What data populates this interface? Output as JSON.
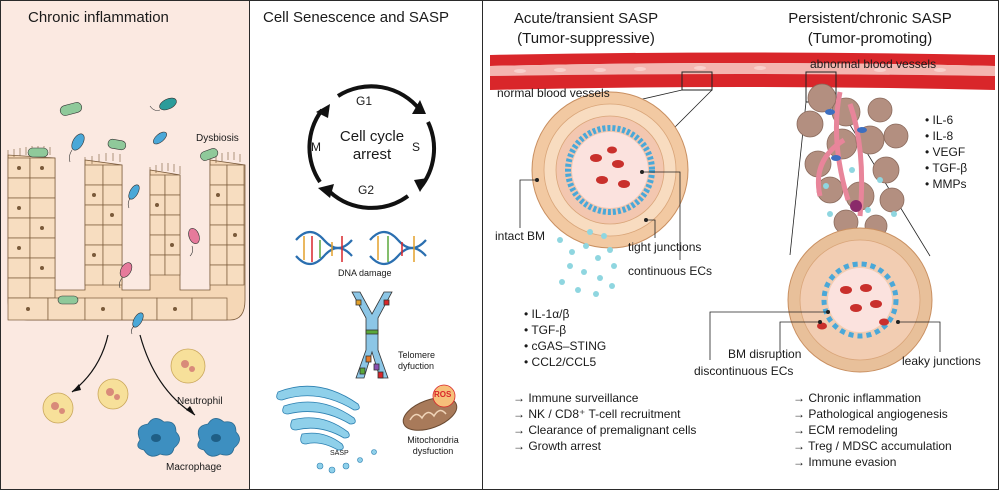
{
  "panels": {
    "p1": {
      "title": "Chronic inflammation"
    },
    "p2": {
      "title": "Cell Senescence and SASP"
    },
    "p3": {
      "title_acute_1": "Acute/transient SASP",
      "title_acute_2": "(Tumor-suppressive)",
      "title_chronic_1": "Persistent/chronic SASP",
      "title_chronic_2": "(Tumor-promoting)"
    }
  },
  "p1_labels": {
    "dysbiosis": "Dysbiosis",
    "neutrophil": "Neutrophil",
    "macrophage": "Macrophage"
  },
  "p2_labels": {
    "g1": "G1",
    "s": "S",
    "g2": "G2",
    "m": "M",
    "cycle_1": "Cell cycle",
    "cycle_2": "arrest",
    "dna": "DNA damage",
    "telomere_1": "Telomere",
    "telomere_2": "dyfuction",
    "ros": "ROS",
    "mito_1": "Mitochondria",
    "mito_2": "dysfuction",
    "sasp": "SASP"
  },
  "p3_labels": {
    "normal_vessels": "normal blood vessels",
    "abnormal_vessels": "abnormal blood vessels",
    "intact_bm": "intact BM",
    "tight_junctions": "tight junctions",
    "continuous_ecs": "continuous ECs",
    "bm_disruption": "BM disruption",
    "discontinuous_ecs": "discontinuous ECs",
    "leaky_junctions": "leaky junctions"
  },
  "acute_factors": [
    "• IL-1α/β",
    "• TGF-β",
    "• cGAS–STING",
    "• CCL2/CCL5"
  ],
  "chronic_factors": [
    "• IL-6",
    "• IL-8",
    "• VEGF",
    "• TGF-β",
    "• MMPs"
  ],
  "acute_outcomes": [
    "→ Immune surveillance",
    "→ NK / CD8⁺ T-cell recruitment",
    "→ Clearance of premalignant cells",
    "→ Growth arrest"
  ],
  "chronic_outcomes": [
    "→ Chronic inflammation",
    "→ Pathological angiogenesis",
    "→ ECM remodeling",
    "→ Treg / MDSC accumulation",
    "→ Immune evasion"
  ],
  "colors": {
    "panel1_bg": "#fbe9e1",
    "epithelium": "#f5d7b6",
    "epithelium_stroke": "#7a5a3a",
    "vessel_red": "#d9262a",
    "vessel_light": "#f4b5b0",
    "tissue_ring": "#e9b98f",
    "endothelium_blue": "#4aa8d8",
    "rbc": "#c9302c",
    "macrophage": "#3d8fc0",
    "neutrophil": "#f7e09a",
    "tumor_cell": "#b38f80"
  }
}
